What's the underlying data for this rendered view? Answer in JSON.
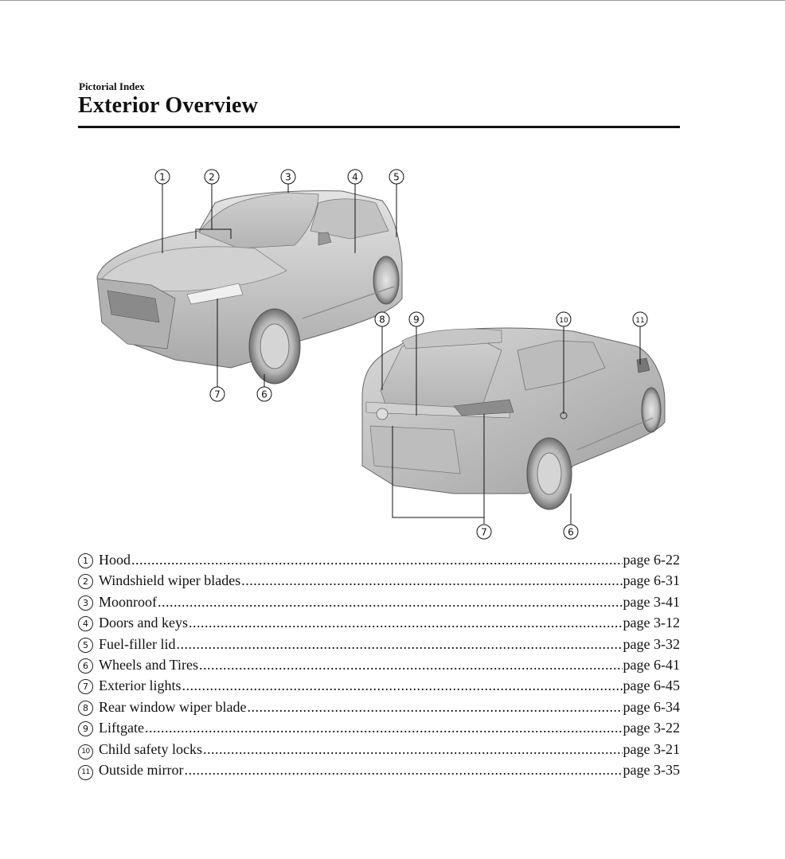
{
  "header": {
    "section": "Pictorial Index",
    "title": "Exterior Overview"
  },
  "figure": {
    "callouts_front": [
      "1",
      "2",
      "3",
      "4",
      "5",
      "7",
      "6"
    ],
    "callouts_rear": [
      "8",
      "9",
      "10",
      "11",
      "7",
      "6"
    ]
  },
  "index": [
    {
      "num": "1",
      "label": "Hood",
      "page": "page 6-22"
    },
    {
      "num": "2",
      "label": "Windshield wiper blades",
      "page": "page 6-31"
    },
    {
      "num": "3",
      "label": "Moonroof",
      "page": "page 3-41"
    },
    {
      "num": "4",
      "label": "Doors and keys",
      "page": "page 3-12"
    },
    {
      "num": "5",
      "label": "Fuel-filler lid",
      "page": "page 3-32"
    },
    {
      "num": "6",
      "label": "Wheels and Tires",
      "page": "page 6-41"
    },
    {
      "num": "7",
      "label": "Exterior lights",
      "page": "page 6-45"
    },
    {
      "num": "8",
      "label": "Rear window wiper blade",
      "page": "page 6-34"
    },
    {
      "num": "9",
      "label": "Liftgate",
      "page": "page 3-22"
    },
    {
      "num": "10",
      "label": "Child safety locks",
      "page": "page 3-21"
    },
    {
      "num": "11",
      "label": "Outside mirror",
      "page": "page 3-35"
    }
  ]
}
